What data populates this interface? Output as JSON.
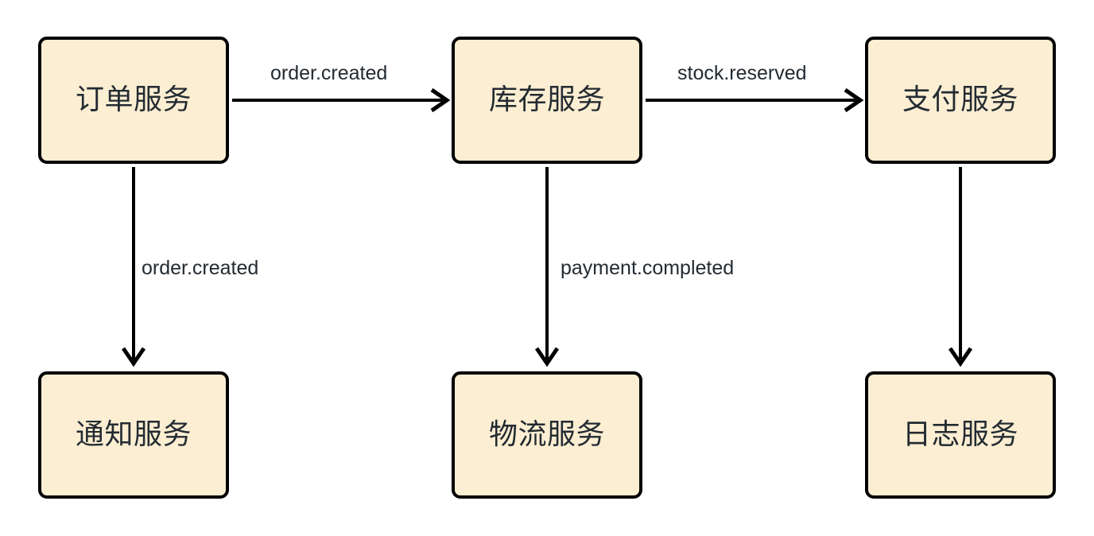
{
  "diagram": {
    "type": "flowchart",
    "direction": "top-down",
    "theme": {
      "node_fill": "#fceed2",
      "node_stroke": "#000000",
      "text_color": "#232b32",
      "background": "#ffffff",
      "edge_color": "#000000"
    },
    "nodes": [
      {
        "id": "order",
        "label": "订单服务",
        "row": 0,
        "col": 0
      },
      {
        "id": "inventory",
        "label": "库存服务",
        "row": 0,
        "col": 1
      },
      {
        "id": "payment",
        "label": "支付服务",
        "row": 0,
        "col": 2
      },
      {
        "id": "notify",
        "label": "通知服务",
        "row": 1,
        "col": 0
      },
      {
        "id": "logistics",
        "label": "物流服务",
        "row": 1,
        "col": 1
      },
      {
        "id": "log",
        "label": "日志服务",
        "row": 1,
        "col": 2
      }
    ],
    "edges": [
      {
        "id": "e1",
        "from": "order",
        "to": "inventory",
        "label": "order.created",
        "orientation": "horizontal"
      },
      {
        "id": "e2",
        "from": "inventory",
        "to": "payment",
        "label": "stock.reserved",
        "orientation": "horizontal"
      },
      {
        "id": "e3",
        "from": "order",
        "to": "notify",
        "label": "order.created",
        "orientation": "vertical"
      },
      {
        "id": "e4",
        "from": "inventory",
        "to": "logistics",
        "label": "payment.completed",
        "orientation": "vertical"
      },
      {
        "id": "e5",
        "from": "payment",
        "to": "log",
        "label": "",
        "orientation": "vertical"
      }
    ]
  }
}
